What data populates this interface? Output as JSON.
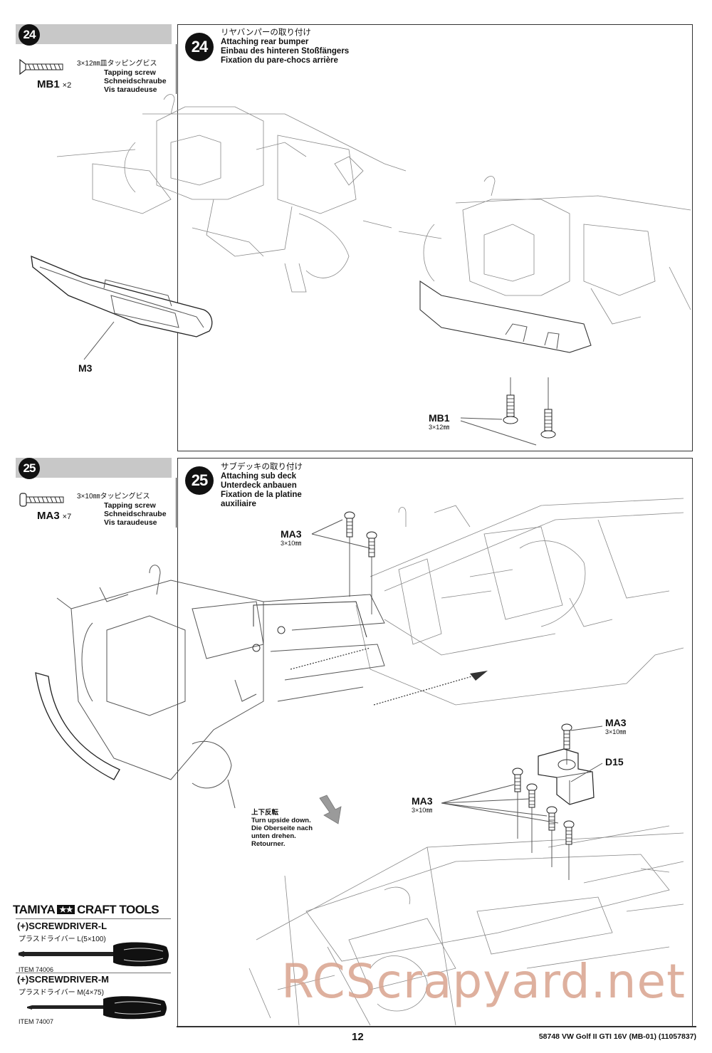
{
  "steps": [
    {
      "number": "24",
      "title_jp": "リヤバンパーの取り付け",
      "title_en": "Attaching rear bumper",
      "title_de": "Einbau des hinteren Stoßfängers",
      "title_fr": "Fixation du pare-chocs arrière",
      "screw": {
        "code": "MB1",
        "qty": "×2",
        "spec_jp": "3×12㎜皿タッピングビス",
        "name_en": "Tapping screw",
        "name_de": "Schneidschraube",
        "name_fr": "Vis taraudeuse"
      },
      "callouts": [
        {
          "label": "M3",
          "size": ""
        },
        {
          "label": "MB1",
          "size": "3×12㎜"
        }
      ]
    },
    {
      "number": "25",
      "title_jp": "サブデッキの取り付け",
      "title_en": "Attaching sub deck",
      "title_de": "Unterdeck anbauen",
      "title_fr_1": "Fixation de la platine",
      "title_fr_2": "auxiliaire",
      "screw": {
        "code": "MA3",
        "qty": "×7",
        "spec_jp": "3×10㎜タッピングビス",
        "name_en": "Tapping screw",
        "name_de": "Schneidschraube",
        "name_fr": "Vis taraudeuse"
      },
      "callouts": [
        {
          "label": "MA3",
          "size": "3×10㎜"
        },
        {
          "label": "MA3",
          "size": "3×10㎜"
        },
        {
          "label": "D15",
          "size": ""
        },
        {
          "label": "MA3",
          "size": "3×10㎜"
        }
      ],
      "note": {
        "jp": "上下反転",
        "en": "Turn upside down.",
        "de_1": "Die Oberseite nach",
        "de_2": "unten drehen.",
        "fr": "Retourner."
      }
    }
  ],
  "tools": {
    "brand": "TAMIYA",
    "stars": "★★",
    "title": "CRAFT TOOLS",
    "items": [
      {
        "name": "(+)SCREWDRIVER-L",
        "jp": "プラスドライバー L(5×100)",
        "item": "ITEM 74006"
      },
      {
        "name": "(+)SCREWDRIVER-M",
        "jp": "プラスドライバー M(4×75)",
        "item": "ITEM 74007"
      }
    ]
  },
  "footer": {
    "page": "12",
    "code": "58748  VW Golf II GTI 16V (MB-01) (11057837)"
  },
  "watermark": "RCScrapyard.net"
}
